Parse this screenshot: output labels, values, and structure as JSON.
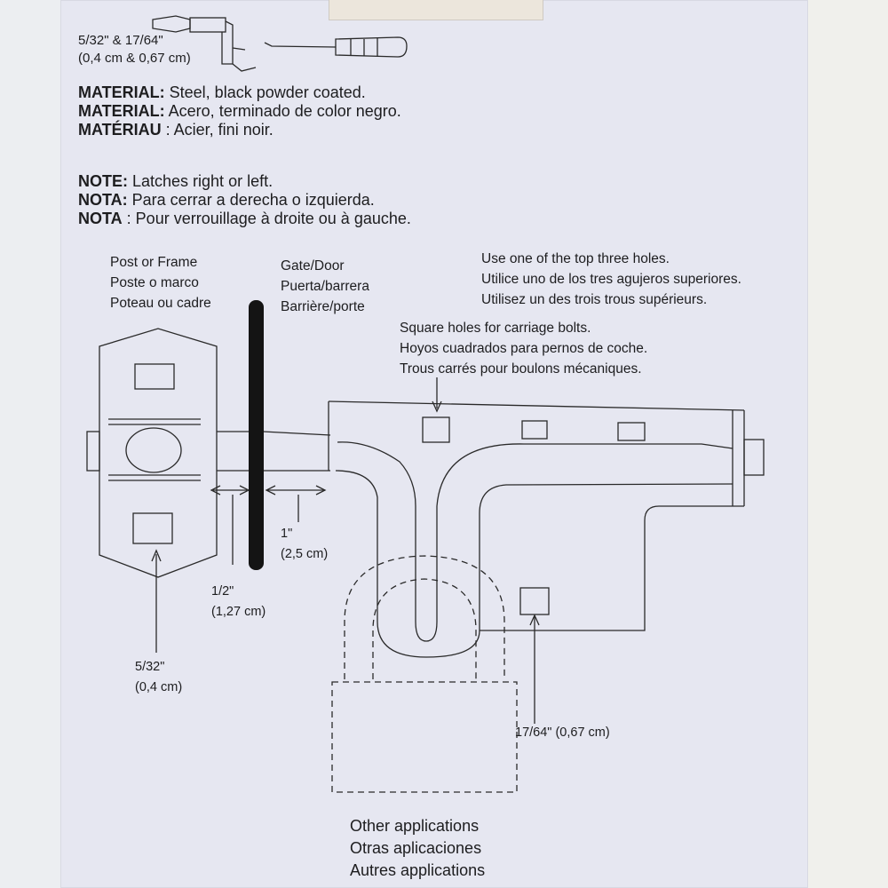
{
  "tool_sizes": {
    "line1": "5/32\" & 17/64\"",
    "line2": "(0,4 cm & 0,67 cm)"
  },
  "material": {
    "en": {
      "label": "MATERIAL:",
      "text": " Steel, black powder coated."
    },
    "es": {
      "label": "MATERIAL:",
      "text": " Acero, terminado de color negro."
    },
    "fr": {
      "label": "MATÉRIAU",
      "text": " : Acier, fini noir."
    }
  },
  "note": {
    "en": {
      "label": "NOTE:",
      "text": " Latches right or left."
    },
    "es": {
      "label": "NOTA:",
      "text": " Para cerrar a derecha o izquierda."
    },
    "fr": {
      "label": "NOTA",
      "text": " : Pour verrouillage à droite ou à gauche."
    }
  },
  "post_label": [
    "Post or Frame",
    "Poste o marco",
    "Poteau ou cadre"
  ],
  "gate_label": [
    "Gate/Door",
    "Puerta/barrera",
    "Barrière/porte"
  ],
  "holes_label": [
    "Use one of the top three holes.",
    "Utilice uno de los tres agujeros superiores.",
    "Utilisez un des trois trous supérieurs."
  ],
  "square_label": [
    "Square holes for carriage bolts.",
    "Hoyos cuadrados para pernos de coche.",
    "Trous carrés pour boulons mécaniques."
  ],
  "measure_1in": [
    "1\"",
    "(2,5 cm)"
  ],
  "measure_half": [
    "1/2\"",
    "(1,27 cm)"
  ],
  "measure_532": [
    "5/32\"",
    "(0,4 cm)"
  ],
  "measure_1764": "17/64\" (0,67 cm)",
  "other_apps": [
    "Other applications",
    "Otras aplicaciones",
    "Autres applications"
  ],
  "colors": {
    "card": "#e6e7f1",
    "ink": "#1d1d1f",
    "gate_bar": "#141414"
  },
  "icons": [
    "drill-icon",
    "screwdriver-icon"
  ]
}
